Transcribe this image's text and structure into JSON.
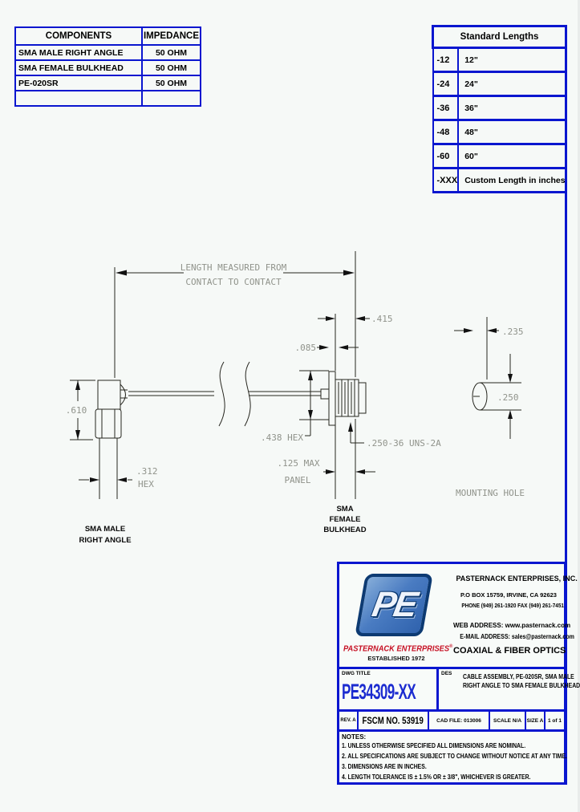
{
  "components_table": {
    "headers": [
      "COMPONENTS",
      "IMPEDANCE"
    ],
    "rows": [
      {
        "component": "SMA MALE RIGHT ANGLE",
        "impedance": "50 OHM"
      },
      {
        "component": "SMA FEMALE BULKHEAD",
        "impedance": "50 OHM"
      },
      {
        "component": "PE-020SR",
        "impedance": "50 OHM"
      },
      {
        "component": "",
        "impedance": ""
      }
    ]
  },
  "lengths_table": {
    "title": "Standard Lengths",
    "rows": [
      {
        "code": "-12",
        "length": "12\""
      },
      {
        "code": "-24",
        "length": "24\""
      },
      {
        "code": "-36",
        "length": "36\""
      },
      {
        "code": "-48",
        "length": "48\""
      },
      {
        "code": "-60",
        "length": "60\""
      },
      {
        "code": "-XXX",
        "length": "Custom Length in inches"
      }
    ]
  },
  "drawing": {
    "length_note_line1": "LENGTH MEASURED FROM",
    "length_note_line2": "CONTACT TO CONTACT",
    "dim_415": ".415",
    "dim_085": ".085",
    "dim_610": ".610",
    "dim_312": ".312",
    "dim_312_suffix": "HEX",
    "dim_438": ".438 HEX",
    "thread_spec": ".250-36 UNS-2A",
    "dim_125_line1": ".125 MAX",
    "dim_125_line2": "PANEL",
    "dim_235": ".235",
    "dim_250": ".250",
    "mounting_hole_label": "MOUNTING HOLE",
    "left_connector_label_line1": "SMA MALE",
    "left_connector_label_line2": "RIGHT ANGLE",
    "right_connector_label_line1": "SMA",
    "right_connector_label_line2": "FEMALE",
    "right_connector_label_line3": "BULKHEAD"
  },
  "title_block": {
    "logo": {
      "monogram": "PE",
      "brand": "PASTERNACK ENTERPRISES",
      "registered": "®",
      "established": "ESTABLISHED 1972"
    },
    "company": {
      "name": "PASTERNACK ENTERPRISES, INC.",
      "address": "P.O BOX 15759, IRVINE, CA 92623",
      "phone": "PHONE (949) 261-1920 FAX (949) 261-7451",
      "web": "WEB ADDRESS: www.pasternack.com",
      "email": "E-MAIL ADDRESS: sales@pasternack.com",
      "tagline": "COAXIAL & FIBER OPTICS"
    },
    "dwg": {
      "label": "DWG TITLE",
      "number": "PE34309-XX",
      "des_label": "DES",
      "des_line1": "CABLE ASSEMBLY, PE-020SR, SMA MALE",
      "des_line2": "RIGHT ANGLE TO SMA FEMALE BULKHEAD"
    },
    "info_row": {
      "rev": "REV. A",
      "fscm": "FSCM NO.  53919",
      "cad_file": "CAD FILE:  013006",
      "scale": "SCALE N/A",
      "size": "SIZE A",
      "sheet": "1 of 1"
    },
    "notes": {
      "label": "NOTES:",
      "items": [
        "1.  UNLESS OTHERWISE SPECIFIED ALL DIMENSIONS ARE NOMINAL.",
        "2.  ALL SPECIFICATIONS ARE SUBJECT TO CHANGE WITHOUT NOTICE AT ANY TIME.",
        "3.  DIMENSIONS ARE IN INCHES.",
        "4.  LENGTH TOLERANCE IS ± 1.5% OR ± 3/8\", WHICHEVER IS GREATER."
      ]
    }
  },
  "colors": {
    "border_blue": "#0a16cf",
    "title_blue": "#1b2bd0",
    "brand_red": "#c60f22",
    "logo_blue": "#4a7cc2",
    "logo_navy": "#0d3a72",
    "dim_text_gray": "#90938b",
    "line_dark": "#26261f",
    "page_background": "#f6f9f7"
  }
}
